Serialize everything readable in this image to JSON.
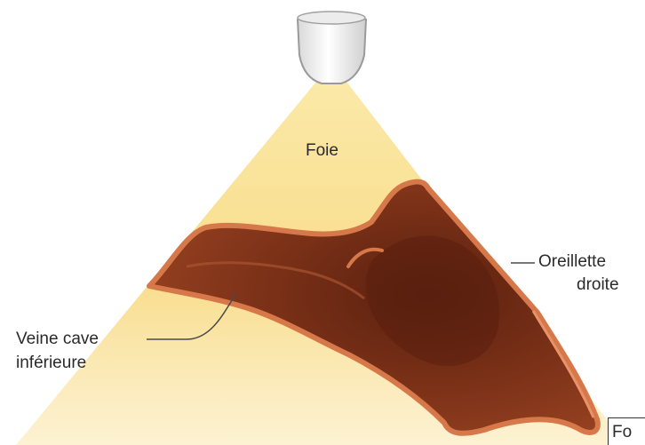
{
  "labels": {
    "foie": "Foie",
    "oreillette_line1": "Oreillette",
    "oreillette_line2": "droite",
    "veine_line1": "Veine cave",
    "veine_line2": "inférieure",
    "corner_fragment": "Fo"
  },
  "colors": {
    "beam": "#f7df92",
    "heart_tissue": "#8a3a1c",
    "heart_dark": "#5e2210",
    "heart_rim": "#d7784a",
    "probe": "#f4f4f4",
    "leader_line": "#4a4a4a"
  },
  "icons": {
    "probe": "ultrasound-probe-icon"
  }
}
